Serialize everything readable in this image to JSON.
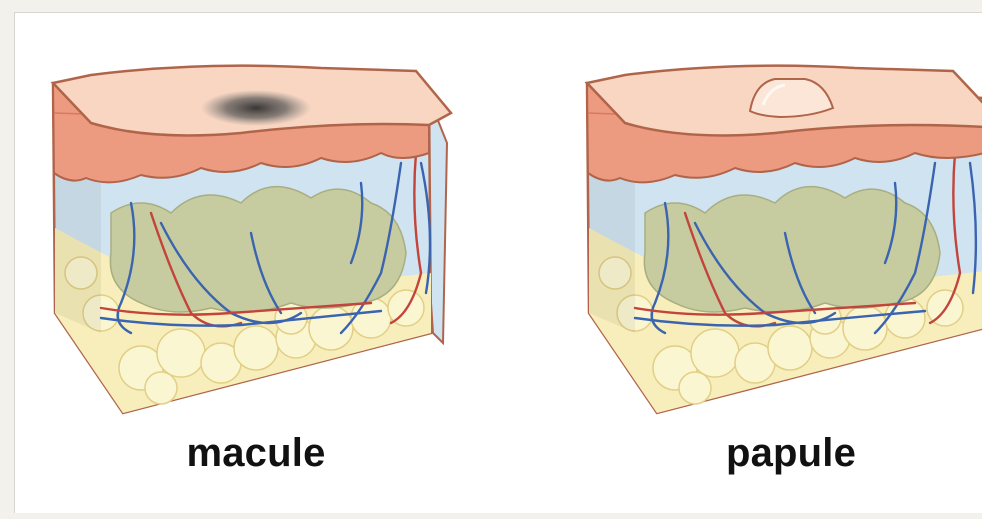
{
  "figure": {
    "panels": [
      {
        "id": "macule",
        "label": "macule"
      },
      {
        "id": "papule",
        "label": "papule"
      }
    ]
  },
  "colors": {
    "epidermis_top": "#f8d6c2",
    "epidermis_side": "#ec9a80",
    "dermis": "#cfe3f0",
    "tissue": "#c6cca0",
    "fat": "#f7eebb",
    "fat_cell": "#fbf6d2",
    "vessel_blue": "#3a64b0",
    "vessel_red": "#c2443c",
    "outline": "#b0654a",
    "macule_spot": "#3b3b3b"
  }
}
